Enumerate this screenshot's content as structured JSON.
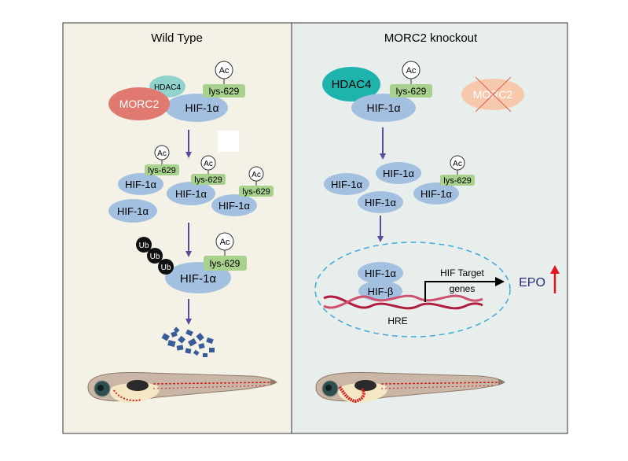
{
  "panels": {
    "left_title": "Wild Type",
    "right_title": "MORC2  knockout"
  },
  "labels": {
    "ac": "Ac",
    "lys": "lys-629",
    "hif1a": "HIF-1α",
    "hifb": "HIF-β",
    "hdac4": "HDAC4",
    "morc2": "MORC2",
    "ub": "Ub",
    "hre": "HRE",
    "hif_target_line1": "HIF Target",
    "hif_target_line2": "genes",
    "epo": "EPO"
  },
  "colors": {
    "left_bg": "#f4f2e6",
    "right_bg": "#e8eeeb",
    "hif_fill": "#a3c0e0",
    "lys_fill": "#a9d18e",
    "hdac_small": "#8fd2ce",
    "hdac_big": "#1fb3ad",
    "morc2": "#e07a70",
    "morc2_faded": "#f6c9ad",
    "arrow": "#5a4aa0",
    "dna": "#b01e3e",
    "dashed": "#3fa9db",
    "epo_text": "#2b2a7a",
    "up_arrow": "#e0141c",
    "fragments": "#3a5a9a"
  }
}
